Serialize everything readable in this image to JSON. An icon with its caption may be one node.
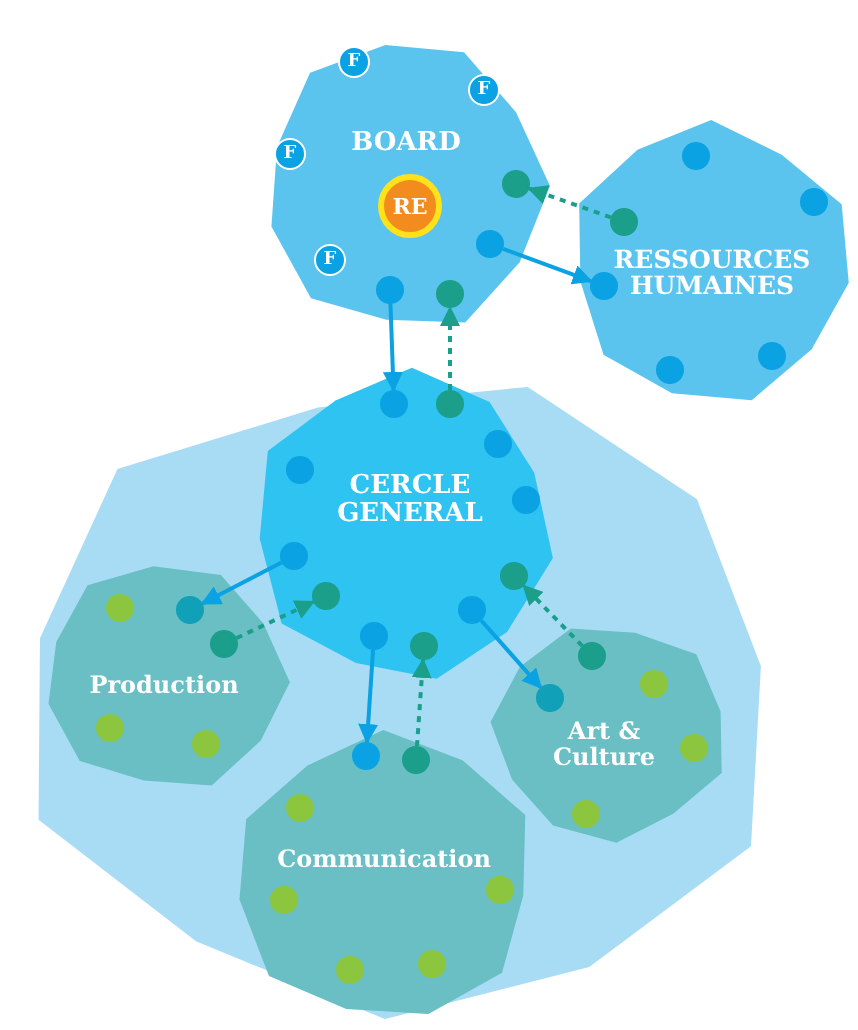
{
  "diagram": {
    "nodes": [
      {
        "text": [
          "BOARD"
        ]
      },
      {
        "text": [
          "F"
        ],
        "in": 0
      },
      {
        "text": [
          "F"
        ],
        "in": 0
      },
      {
        "text": [
          "F"
        ],
        "in": 0
      },
      {
        "text": [
          "F"
        ],
        "in": 0
      },
      {
        "text": [
          "RE"
        ],
        "in": 0
      },
      {
        "text": [],
        "shape": "circle",
        "in": 0
      },
      {
        "text": [],
        "shape": "circle",
        "in": 0
      },
      {
        "text": [],
        "shape": "circle",
        "in": 0
      },
      {
        "text": [],
        "shape": "circle",
        "in": 0
      },
      {
        "text": [
          "RESSOURCES HUMAINES"
        ]
      },
      {
        "text": [],
        "shape": "circle",
        "in": 10
      },
      {
        "text": [],
        "shape": "circle",
        "in": 10
      },
      {
        "text": [],
        "shape": "circle"
      },
      {
        "text": [
          "CERCLE GENERAL"
        ],
        "in": 13
      },
      {
        "text": [],
        "shape": "circle",
        "in": 14
      },
      {
        "text": [],
        "shape": "circle",
        "in": 14
      },
      {
        "text": [],
        "shape": "circle",
        "in": 14
      },
      {
        "text": [],
        "shape": "circle",
        "in": 14
      },
      {
        "text": [],
        "shape": "circle",
        "in": 14
      },
      {
        "text": [],
        "shape": "circle",
        "in": 14
      },
      {
        "text": [],
        "shape": "circle",
        "in": 14
      },
      {
        "text": [],
        "shape": "circle",
        "in": 14
      },
      {
        "text": [
          "Production"
        ],
        "in": 13
      },
      {
        "text": [],
        "shape": "circle",
        "in": 23
      },
      {
        "text": [],
        "shape": "circle",
        "in": 23
      },
      {
        "text": [
          "Art & Culture"
        ],
        "in": 13
      },
      {
        "text": [],
        "shape": "circle",
        "in": 26
      },
      {
        "text": [],
        "shape": "circle",
        "in": 26
      },
      {
        "text": [
          "Communication"
        ],
        "in": 13
      },
      {
        "text": [],
        "shape": "circle",
        "in": 29
      },
      {
        "text": [],
        "shape": "circle",
        "in": 29
      }
    ],
    "edges": [
      {
        "from": 8,
        "to": 15,
        "arrow": "to"
      },
      {
        "from": 16,
        "to": 9,
        "arrow": "to",
        "style": "dashed",
        "color": "#1b9e8a"
      },
      {
        "from": 7,
        "to": 12,
        "arrow": "to"
      },
      {
        "from": 11,
        "to": 6,
        "arrow": "to",
        "style": "dashed",
        "color": "#1b9e8a"
      },
      {
        "from": 17,
        "to": 24,
        "arrow": "to"
      },
      {
        "from": 25,
        "to": 19,
        "arrow": "to",
        "style": "dashed",
        "color": "#1b9e8a"
      },
      {
        "from": 21,
        "to": 30,
        "arrow": "to"
      },
      {
        "from": 31,
        "to": 22,
        "arrow": "to",
        "style": "dashed",
        "color": "#1b9e8a"
      },
      {
        "from": 20,
        "to": 28,
        "arrow": "to"
      },
      {
        "from": 27,
        "to": 18,
        "arrow": "to",
        "style": "dashed",
        "color": "#1b9e8a"
      }
    ]
  }
}
